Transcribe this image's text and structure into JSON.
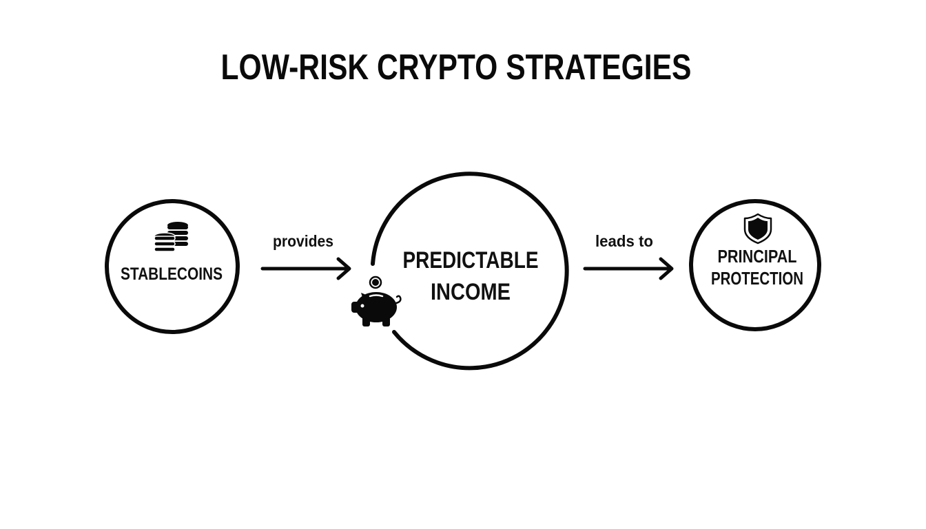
{
  "title": "LOW-RISK CRYPTO STRATEGIES",
  "colors": {
    "background": "#ffffff",
    "stroke": "#0a0a0a",
    "text": "#111111"
  },
  "nodes": [
    {
      "id": "stablecoins",
      "label_lines": [
        "STABLECOINS"
      ],
      "icon": "coin-stack-icon"
    },
    {
      "id": "predictable-income",
      "label_lines": [
        "PREDICTABLE",
        "INCOME"
      ],
      "icon": "piggy-bank-icon"
    },
    {
      "id": "principal-protection",
      "label_lines": [
        "PRINCIPAL",
        "PROTECTION"
      ],
      "icon": "shield-icon"
    }
  ],
  "edges": [
    {
      "from": "stablecoins",
      "to": "predictable-income",
      "label": "provides"
    },
    {
      "from": "predictable-income",
      "to": "principal-protection",
      "label": "leads to"
    }
  ]
}
